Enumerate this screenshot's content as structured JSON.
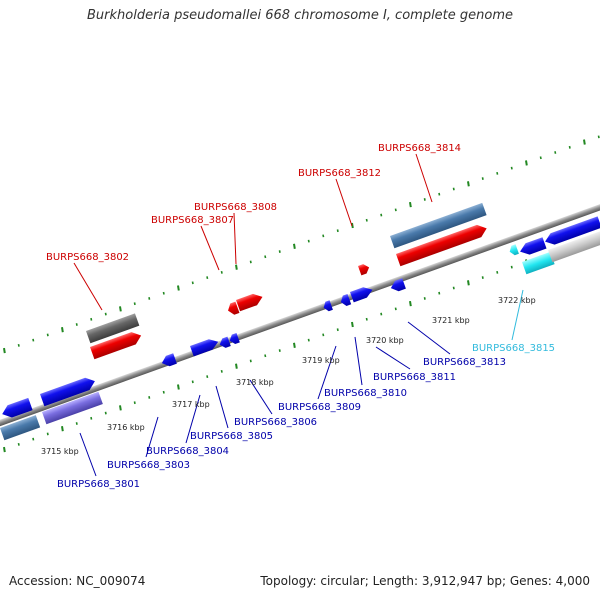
{
  "title": "Burkholderia pseudomallei 668 chromosome I, complete genome",
  "footer": {
    "accession": "Accession: NC_009074",
    "summary": "Topology: circular; Length: 3,912,947 bp; Genes: 4,000"
  },
  "colors": {
    "forward_label": "#cc0000",
    "reverse_label": "#0000aa",
    "highlight_label": "#33bbdd",
    "backbone": "#888888",
    "tick": "#228822"
  },
  "kbp_labels": [
    "3715 kbp",
    "3716 kbp",
    "3717 kbp",
    "3718 kbp",
    "3719 kbp",
    "3720 kbp",
    "3721 kbp",
    "3722 kbp"
  ],
  "forward_genes": [
    "BURPS668_3802",
    "BURPS668_3807",
    "BURPS668_3808",
    "BURPS668_3812",
    "BURPS668_3814"
  ],
  "reverse_genes": [
    "BURPS668_3801",
    "BURPS668_3803",
    "BURPS668_3804",
    "BURPS668_3805",
    "BURPS668_3806",
    "BURPS668_3809",
    "BURPS668_3810",
    "BURPS668_3811",
    "BURPS668_3813"
  ],
  "highlight_gene": "BURPS668_3815"
}
